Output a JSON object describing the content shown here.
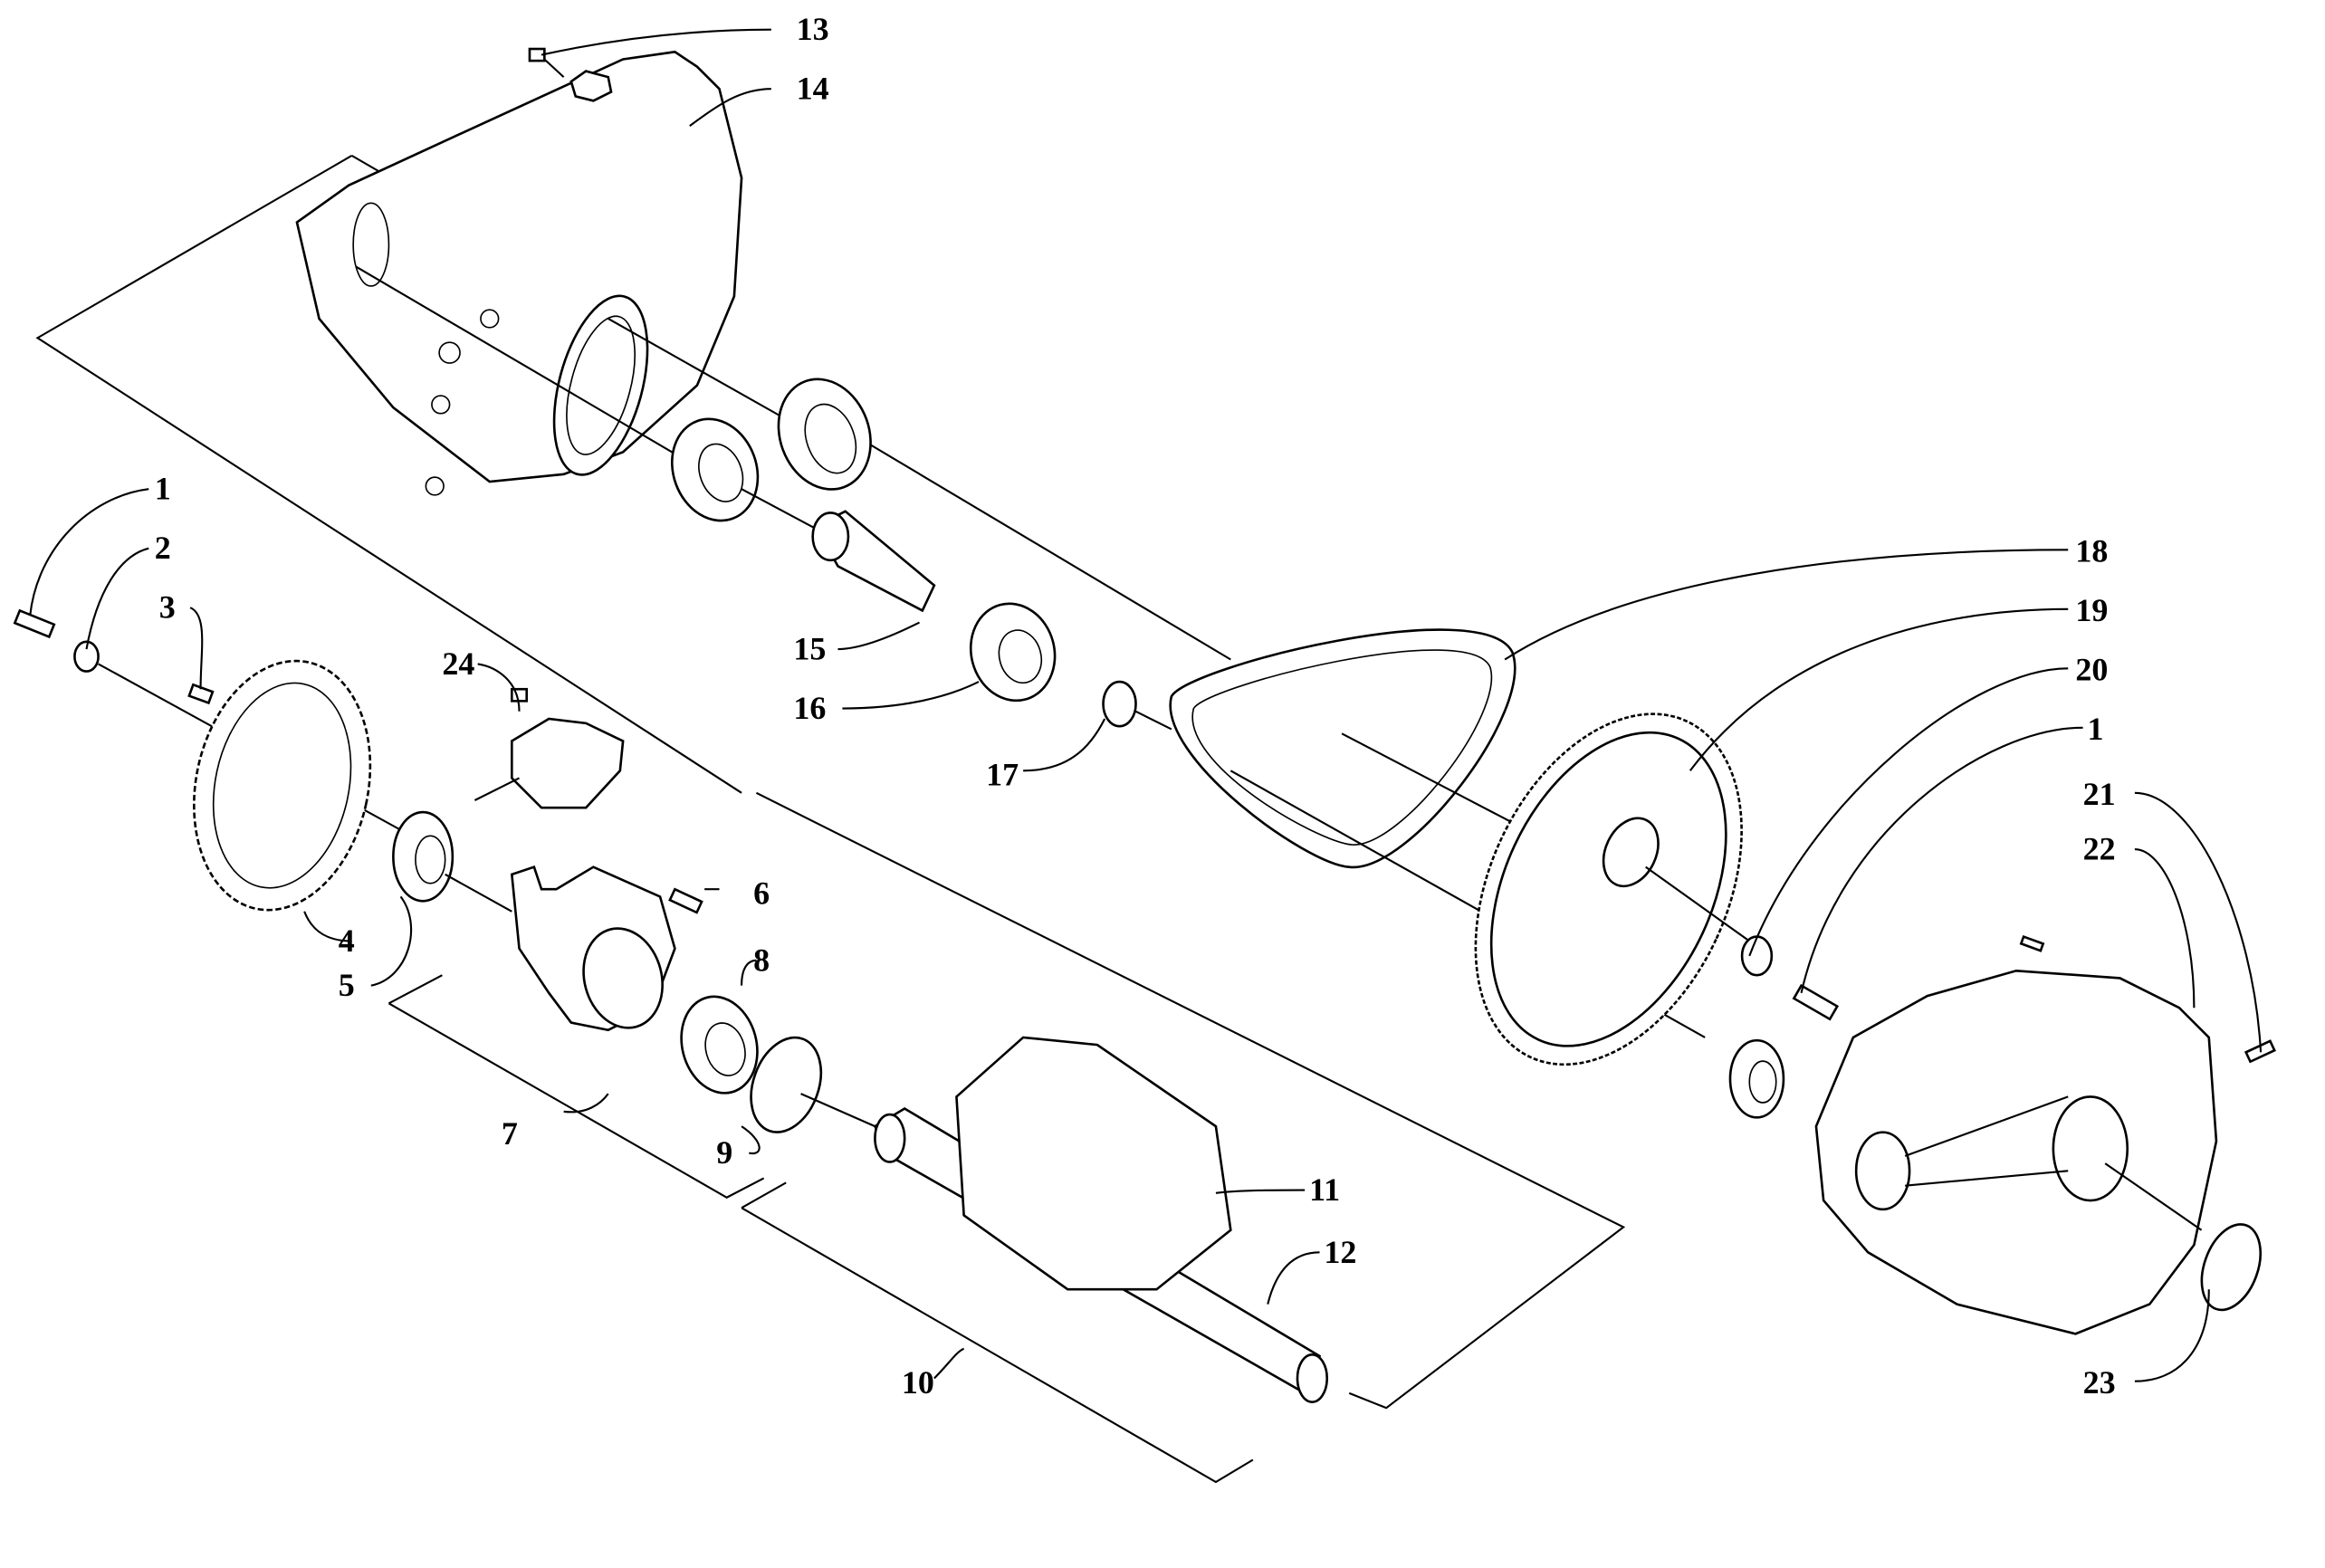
{
  "diagram": {
    "type": "exploded-parts-diagram",
    "callouts": [
      "1",
      "2",
      "3",
      "4",
      "5",
      "6",
      "7",
      "8",
      "9",
      "10",
      "11",
      "12",
      "13",
      "14",
      "15",
      "16",
      "17",
      "18",
      "19",
      "20",
      "1",
      "21",
      "22",
      "23",
      "24"
    ]
  },
  "colors": {
    "line": "#000000",
    "background": "#ffffff"
  }
}
